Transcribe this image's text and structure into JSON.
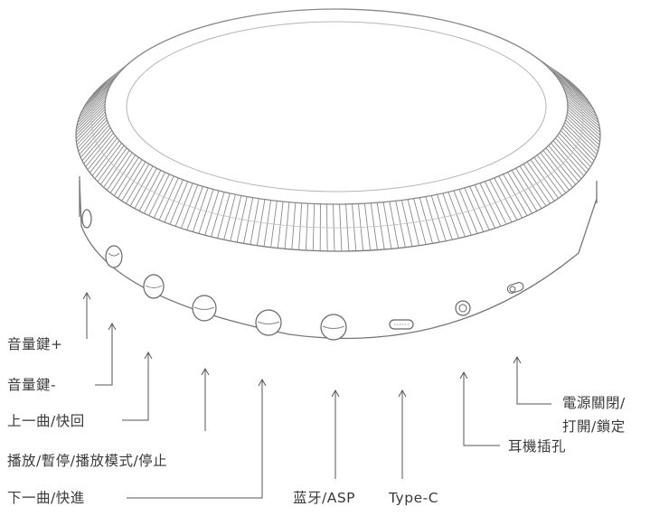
{
  "labels": {
    "volume_up": "音量鍵+",
    "volume_down": "音量鍵-",
    "prev_rewind": "上一曲/快回",
    "play_pause_mode_stop": "播放/暫停/播放模式/停止",
    "next_forward": "下一曲/快進",
    "bluetooth_asp": "蓝牙/ASP",
    "type_c": "Type-C",
    "headphone_jack": "耳機插孔",
    "power_line1": "電源關閉/",
    "power_line2": "打開/鎖定"
  },
  "colors": {
    "line": "#555555",
    "text": "#3a3a3a"
  }
}
